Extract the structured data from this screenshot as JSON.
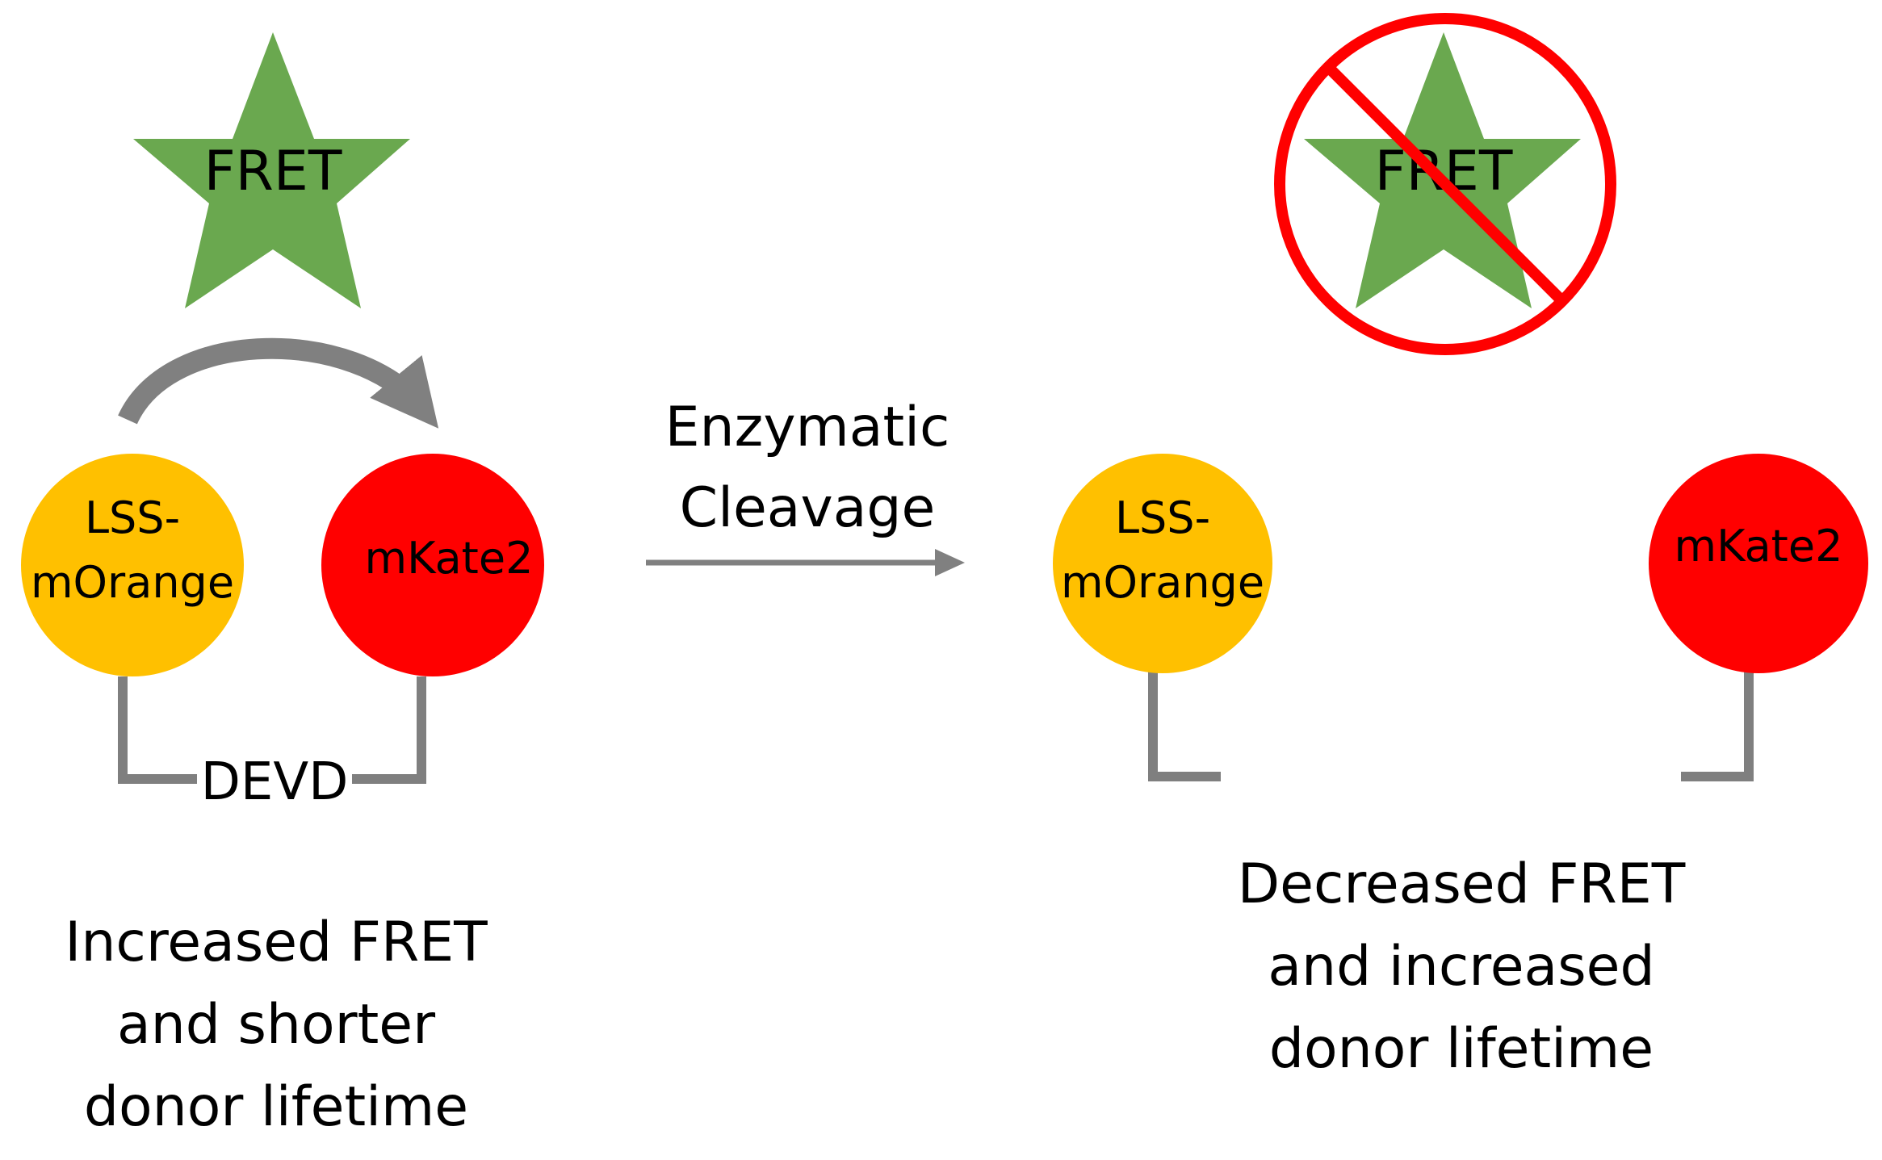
{
  "colors": {
    "star": "#6aa84f",
    "donor": "#ffc000",
    "acceptor": "#ff0000",
    "linker": "#7f7f7f",
    "arrow": "#808080",
    "no_symbol": "#ff0000"
  },
  "left_panel": {
    "star_label": "FRET",
    "donor_line1": "LSS-",
    "donor_line2": "mOrange",
    "acceptor_label": "mKate2",
    "linker_label": "DEVD",
    "caption_line1": "Increased FRET",
    "caption_line2": "and shorter",
    "caption_line3": "donor lifetime"
  },
  "process": {
    "label_line1": "Enzymatic",
    "label_line2": "Cleavage"
  },
  "right_panel": {
    "star_label": "FRET",
    "donor_line1": "LSS-",
    "donor_line2": "mOrange",
    "acceptor_label": "mKate2",
    "caption_line1": "Decreased FRET",
    "caption_line2": "and increased",
    "caption_line3": "donor lifetime"
  }
}
